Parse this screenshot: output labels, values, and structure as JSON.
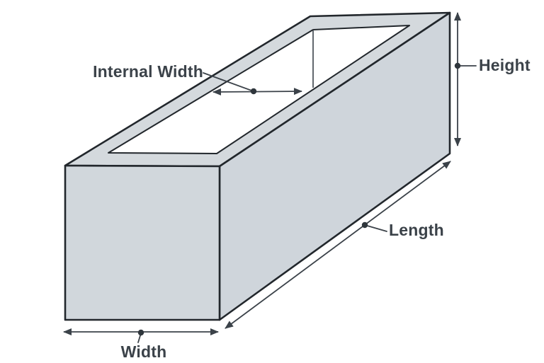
{
  "diagram": {
    "title": "box-dimensions-diagram",
    "labels": {
      "internal_width": "Internal Width",
      "height": "Height",
      "length": "Length",
      "width": "Width"
    },
    "colors": {
      "face_top": "#d4d9dd",
      "face_side": "#cfd5db",
      "face_front": "#d1d7dc",
      "outline": "#22272c",
      "annotation": "#3b4249",
      "dot": "#2f363c",
      "interior": "#ffffff",
      "background": "#ffffff"
    }
  }
}
